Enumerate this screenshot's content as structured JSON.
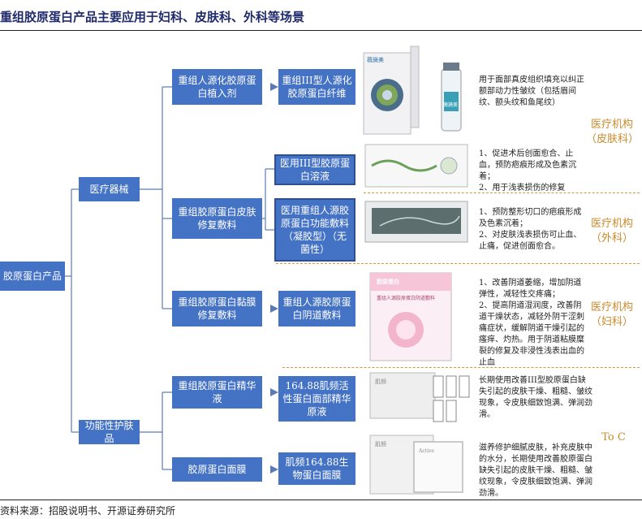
{
  "title": "重组胶原蛋白产品主要应用于妇科、皮肤科、外科等场景",
  "root": "胶原蛋白产品",
  "level1": {
    "medical": "医疗器械",
    "skincare": "功能性护肤品"
  },
  "level2": {
    "implant": "重组人源化胶原蛋白植入剂",
    "repair": "重组胶原蛋白皮肤修复敷料",
    "mucosa": "重组胶原蛋白黏膜修复敷料",
    "serum": "重组胶原蛋白精华液",
    "mask": "胶原蛋白面膜"
  },
  "level3": {
    "fiber": "重组III型人源化胶原蛋白纤维",
    "solution": "医用III型胶原蛋白溶液",
    "gel": "医用重组人源胶原蛋白功能敷料（凝胶型）（无菌性）",
    "gyn": "重组人源胶原蛋白阴道敷料",
    "essence": "164.88肌频活性蛋白面部精华原液",
    "facemask": "肌频164.88生物蛋白面膜"
  },
  "descriptions": {
    "fiber": "用于面部真皮组织填充以纠正额部动力性皱纹（包括眉间纹、额头纹和鱼尾纹）",
    "solution": "1、促进术后创面愈合、止血，预防疤痕形成及色素沉着；\n2、用于浅表损伤的修复",
    "gel": "1、预防整形切口的疤痕形成及色素沉着；\n2、对皮肤浅表损伤可止血、止痛，促进创面愈合。",
    "gyn": "1、改善阴道萎缩，增加阴道弹性，减轻性交疼痛；\n2、提高阴道湿润度，改善阴道干燥状态，减轻外阴干涩刺痛症状，缓解阴道干燥引起的瘙痒、灼热。用于阴道粘膜糜裂的修复及非浸性浅表出血的止血",
    "essence": "长期使用改善III型胶原蛋白缺失引起的皮肤干燥、粗糙、皱纹现象，令皮肤细致饱满、弹润劲滑。",
    "facemask": "滋养修护细腻皮肤，补充皮肤中的水分，长期使用改善胶原蛋白缺失引起的皮肤干燥、粗糙、皱纹现象，令皮肤细致饱满、弹润劲滑。"
  },
  "org_labels": {
    "org1": "医疗机构\n（皮肤科）",
    "org2": "医疗机构\n（外科）",
    "org3": "医疗机构\n（妇科）",
    "toc": "To C"
  },
  "product_images": {
    "box1_brand": "薇旖美",
    "vial_brand": "薇旖美",
    "box4_brand": "胶原蛋白",
    "box4_label": "重组人源胶原蛋白阴道敷料",
    "box5_brand": "肌频",
    "box6_brand": "肌频",
    "box6_label": "Active"
  },
  "colors": {
    "box_fill": "#4472c4",
    "box_border": "#2f4f8f",
    "connector": "#5a7bb5",
    "accent": "#c98a2b",
    "title": "#1f2a6b"
  },
  "source": "资料来源：招股说明书、开源证券研究所"
}
